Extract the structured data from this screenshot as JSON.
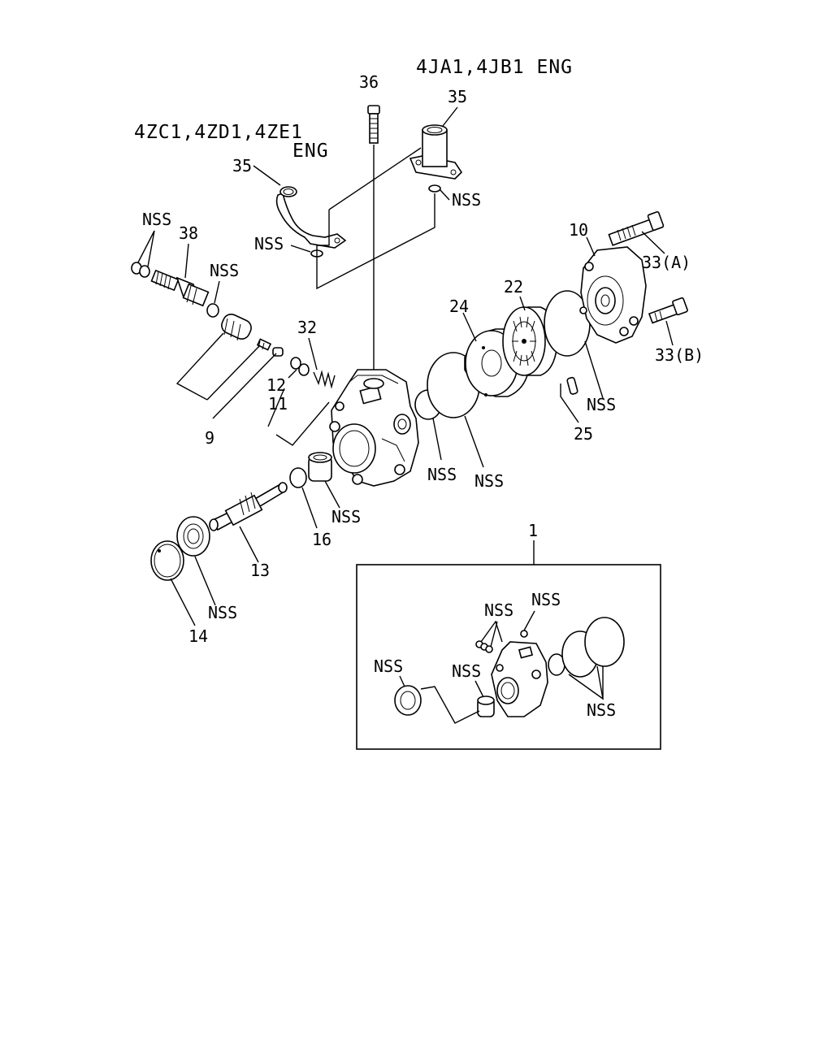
{
  "titles": {
    "engine_right": "4JA1,4JB1 ENG",
    "engine_left_line1": "4ZC1,4ZD1,4ZE1",
    "engine_left_line2": "ENG"
  },
  "callouts": {
    "c36": "36",
    "c35_right": "35",
    "c35_left": "35",
    "c38": "38",
    "c10": "10",
    "c33a": "33(A)",
    "c33b": "33(B)",
    "c22": "22",
    "c24": "24",
    "c25": "25",
    "c32": "32",
    "c12": "12",
    "c11": "11",
    "c9": "9",
    "c16": "16",
    "c13": "13",
    "c14": "14",
    "c1": "1"
  },
  "nss_labels": {
    "nss_35_right": "NSS",
    "nss_35_left": "NSS",
    "nss_38_left": "NSS",
    "nss_38_right": "NSS",
    "nss_10": "NSS",
    "nss_ring_small": "NSS",
    "nss_ring_large": "NSS",
    "nss_bushing": "NSS",
    "nss_seal": "NSS",
    "kit_nss_top1": "NSS",
    "kit_nss_top2": "NSS",
    "kit_nss_seal": "NSS",
    "kit_nss_middle": "NSS",
    "kit_nss_rings": "NSS"
  }
}
